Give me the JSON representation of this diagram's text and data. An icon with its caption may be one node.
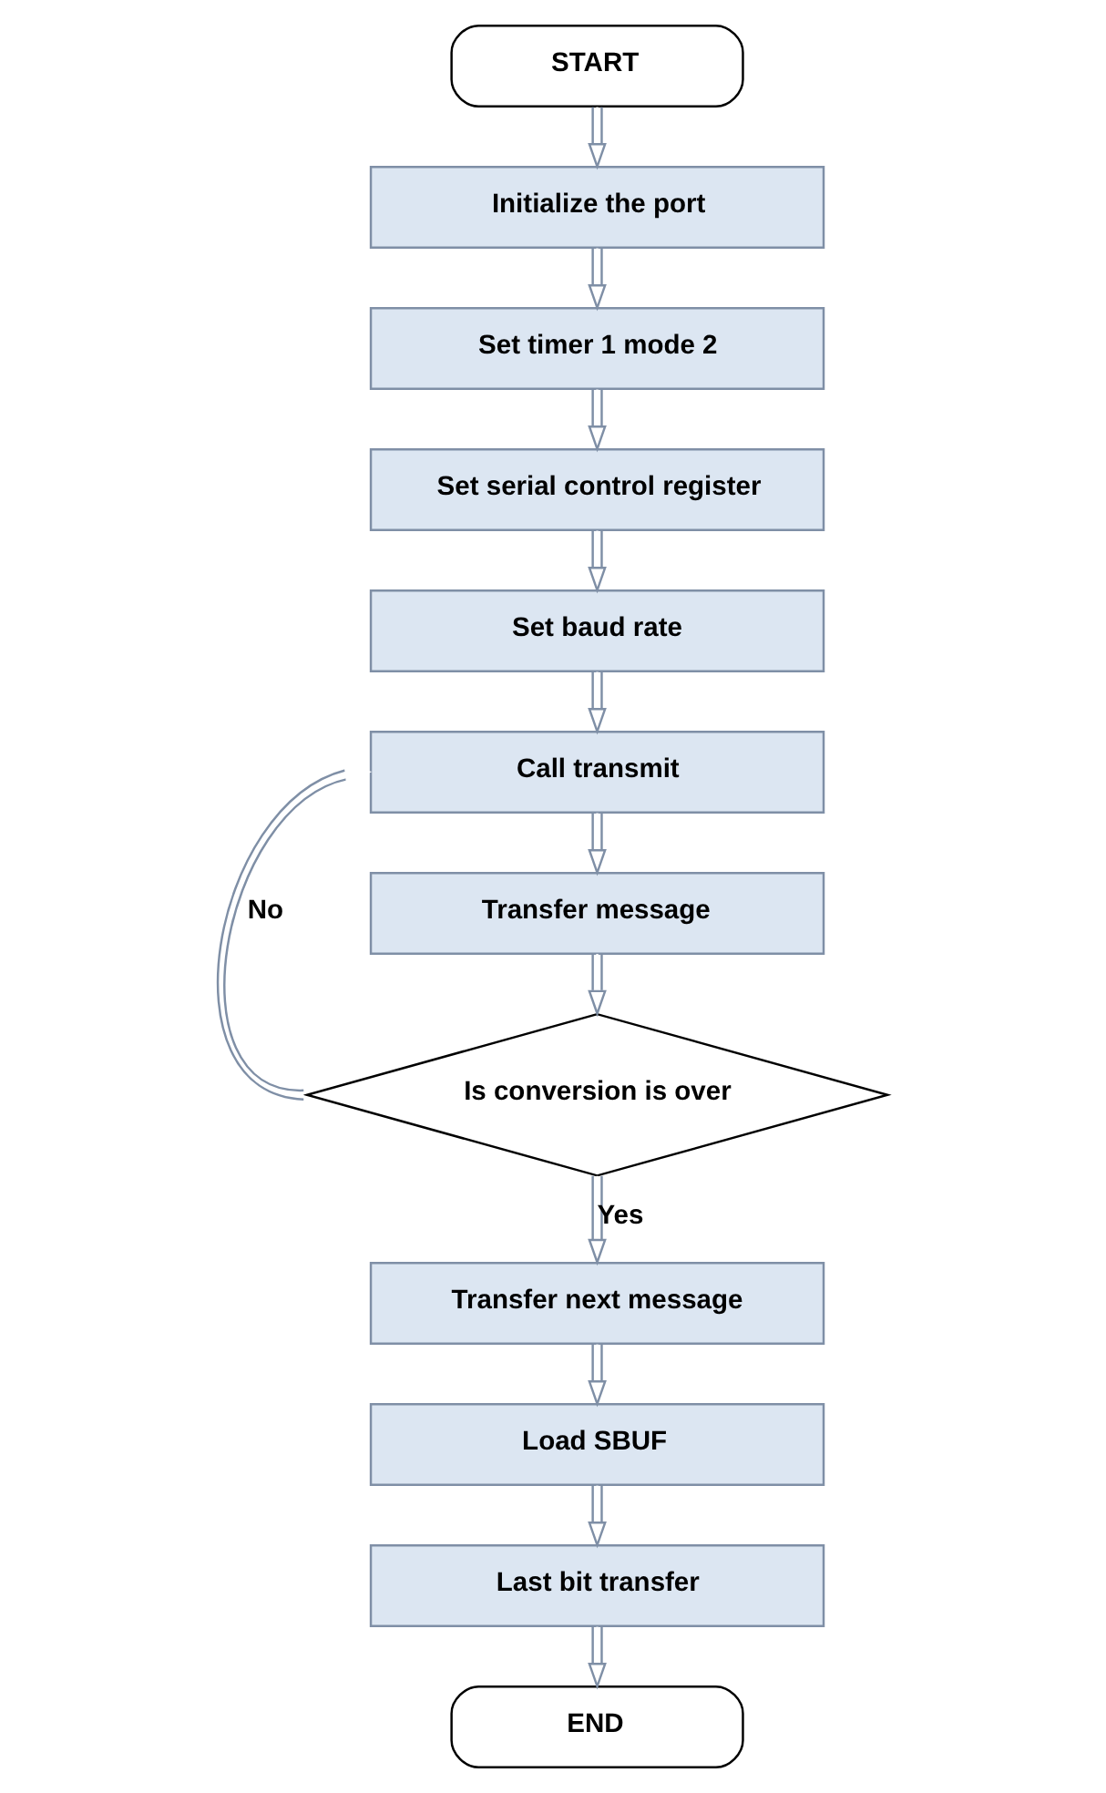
{
  "diagram": {
    "nodes": [
      {
        "text": [
          "START"
        ]
      },
      {
        "text": [
          "Initialize the port"
        ]
      },
      {
        "text": [
          "Set timer 1 mode 2"
        ]
      },
      {
        "text": [
          "Set serial control register"
        ]
      },
      {
        "text": [
          "Set baud rate"
        ]
      },
      {
        "text": [
          "Call transmit"
        ]
      },
      {
        "text": [
          "Transfer message"
        ]
      },
      {
        "text": [
          "Is conversion is over"
        ]
      },
      {
        "text": [
          "Transfer next message"
        ]
      },
      {
        "text": [
          "Load SBUF"
        ]
      },
      {
        "text": [
          "Last bit transfer"
        ]
      },
      {
        "text": [
          "END"
        ]
      }
    ],
    "edges": [
      {
        "from": 0,
        "to": 1,
        "arrow": "to"
      },
      {
        "from": 1,
        "to": 2,
        "arrow": "to"
      },
      {
        "from": 2,
        "to": 3,
        "arrow": "to"
      },
      {
        "from": 3,
        "to": 4,
        "arrow": "to"
      },
      {
        "from": 4,
        "to": 5,
        "arrow": "to"
      },
      {
        "from": 5,
        "to": 6,
        "arrow": "to"
      },
      {
        "from": 6,
        "to": 7,
        "arrow": "to"
      },
      {
        "from": 7,
        "to": 5,
        "label": "No",
        "arrow": "to"
      },
      {
        "from": 7,
        "to": 8,
        "label": "Yes",
        "arrow": "to"
      },
      {
        "from": 8,
        "to": 9,
        "arrow": "to"
      },
      {
        "from": 9,
        "to": 10,
        "arrow": "to"
      },
      {
        "from": 10,
        "to": 11,
        "arrow": "to"
      }
    ]
  }
}
